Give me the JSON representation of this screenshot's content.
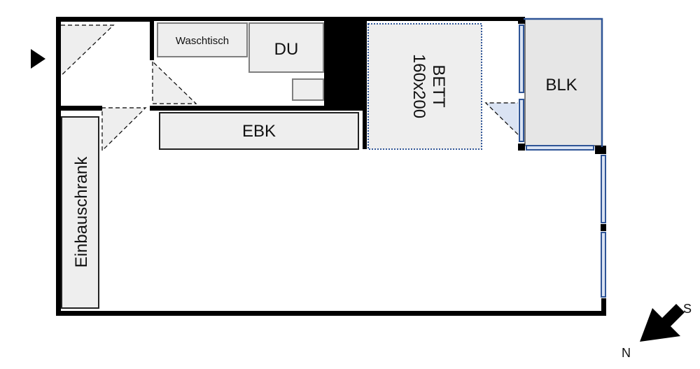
{
  "rooms": {
    "washbasin": "Waschtisch",
    "shower": "DU",
    "kitchen": "EBK",
    "bed_name": "BETT",
    "bed_size": "160x200",
    "balcony": "BLK",
    "wardrobe": "Einbauschrank"
  },
  "compass": {
    "north": "N",
    "south": "S"
  },
  "entrance": {
    "icon": "entrance-arrow-icon"
  },
  "colors": {
    "wall": "#000000",
    "fixture_fill": "#eeeeee",
    "fixture_stroke": "#7f7f7f",
    "window_blue": "#2f5597",
    "window_fill": "#dae3f3",
    "balcony_fill": "#e6e6e6"
  }
}
